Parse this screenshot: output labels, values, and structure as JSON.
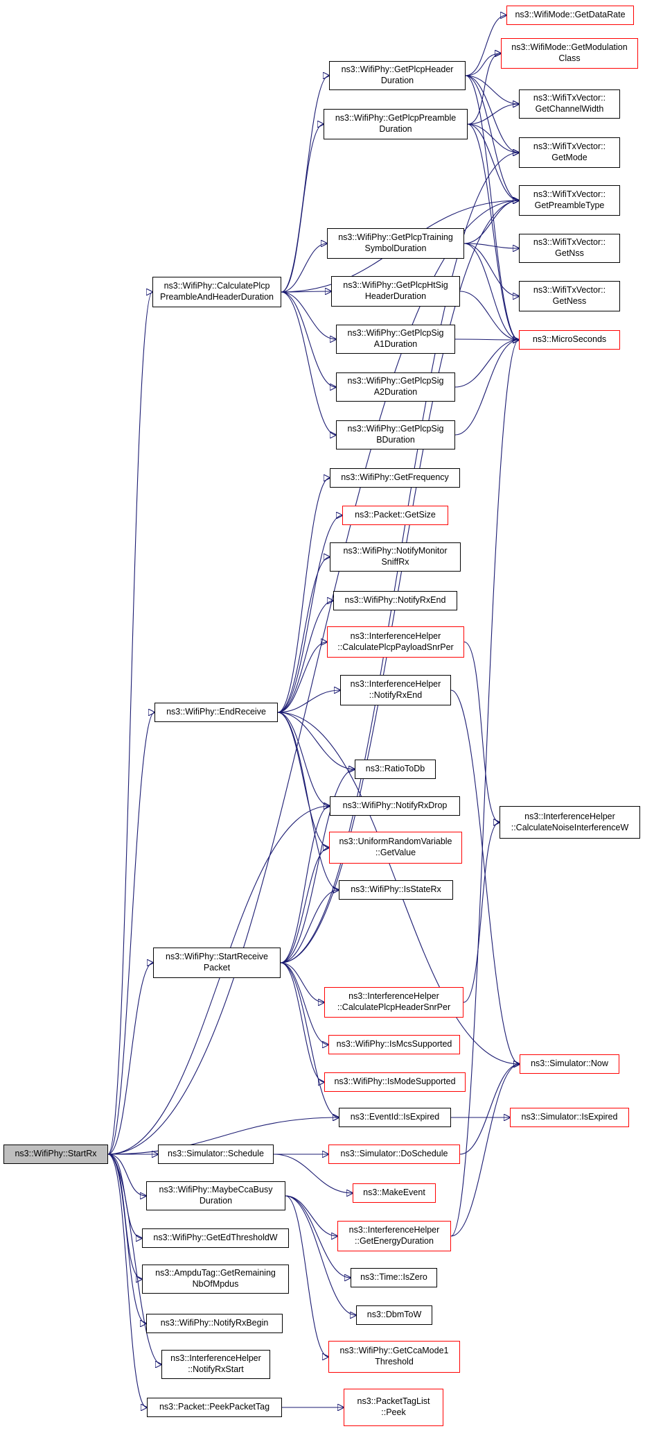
{
  "nodes": {
    "startrx": {
      "label": "ns3::WifiPhy::StartRx",
      "linked": false,
      "root": true
    },
    "schedule": {
      "label": "ns3::Simulator::Schedule",
      "linked": false
    },
    "maybecca": {
      "label": "ns3::WifiPhy::MaybeCcaBusy\nDuration",
      "linked": false
    },
    "getedth": {
      "label": "ns3::WifiPhy::GetEdThresholdW",
      "linked": false
    },
    "ampdu": {
      "label": "ns3::AmpduTag::GetRemaining\nNbOfMpdus",
      "linked": false
    },
    "notifyrxbegin": {
      "label": "ns3::WifiPhy::NotifyRxBegin",
      "linked": false
    },
    "notifyrxstart": {
      "label": "ns3::InterferenceHelper\n::NotifyRxStart",
      "linked": false
    },
    "peekpackettag": {
      "label": "ns3::Packet::PeekPacketTag",
      "linked": false
    },
    "isexpired": {
      "label": "ns3::EventId::IsExpired",
      "linked": false
    },
    "startrecv": {
      "label": "ns3::WifiPhy::StartReceive\nPacket",
      "linked": false
    },
    "endreceive": {
      "label": "ns3::WifiPhy::EndReceive",
      "linked": false
    },
    "calcplcp": {
      "label": "ns3::WifiPhy::CalculatePlcp\nPreambleAndHeaderDuration",
      "linked": false
    },
    "getplcphdr": {
      "label": "ns3::WifiPhy::GetPlcpHeader\nDuration",
      "linked": false
    },
    "getplcppre": {
      "label": "ns3::WifiPhy::GetPlcpPreamble\nDuration",
      "linked": false
    },
    "getplcptrain": {
      "label": "ns3::WifiPhy::GetPlcpTraining\nSymbolDuration",
      "linked": false
    },
    "getplcphtsig": {
      "label": "ns3::WifiPhy::GetPlcpHtSig\nHeaderDuration",
      "linked": false
    },
    "siga1": {
      "label": "ns3::WifiPhy::GetPlcpSig\nA1Duration",
      "linked": false
    },
    "siga2": {
      "label": "ns3::WifiPhy::GetPlcpSig\nA2Duration",
      "linked": false
    },
    "sigb": {
      "label": "ns3::WifiPhy::GetPlcpSig\nBDuration",
      "linked": false
    },
    "getfreq": {
      "label": "ns3::WifiPhy::GetFrequency",
      "linked": false
    },
    "getsize": {
      "label": "ns3::Packet::GetSize",
      "linked": true
    },
    "notifymon": {
      "label": "ns3::WifiPhy::NotifyMonitor\nSniffRx",
      "linked": false
    },
    "notifyrxend": {
      "label": "ns3::WifiPhy::NotifyRxEnd",
      "linked": false
    },
    "calcpayload": {
      "label": "ns3::InterferenceHelper\n::CalculatePlcpPayloadSnrPer",
      "linked": true
    },
    "ihnotifyrxend": {
      "label": "ns3::InterferenceHelper\n::NotifyRxEnd",
      "linked": false
    },
    "ratiotodb": {
      "label": "ns3::RatioToDb",
      "linked": false
    },
    "notifyrxdrop": {
      "label": "ns3::WifiPhy::NotifyRxDrop",
      "linked": false
    },
    "uniform": {
      "label": "ns3::UniformRandomVariable\n::GetValue",
      "linked": true
    },
    "isstaterx": {
      "label": "ns3::WifiPhy::IsStateRx",
      "linked": false
    },
    "calchdr": {
      "label": "ns3::InterferenceHelper\n::CalculatePlcpHeaderSnrPer",
      "linked": true
    },
    "ismcs": {
      "label": "ns3::WifiPhy::IsMcsSupported",
      "linked": true
    },
    "ismode": {
      "label": "ns3::WifiPhy::IsModeSupported",
      "linked": true
    },
    "doschedule": {
      "label": "ns3::Simulator::DoSchedule",
      "linked": true
    },
    "makeevent": {
      "label": "ns3::MakeEvent",
      "linked": true
    },
    "getenergy": {
      "label": "ns3::InterferenceHelper\n::GetEnergyDuration",
      "linked": true
    },
    "iszero": {
      "label": "ns3::Time::IsZero",
      "linked": false
    },
    "dbmtow": {
      "label": "ns3::DbmToW",
      "linked": false
    },
    "ccamode": {
      "label": "ns3::WifiPhy::GetCcaMode1\nThreshold",
      "linked": true
    },
    "peek": {
      "label": "ns3::PacketTagList\n::Peek",
      "linked": true
    },
    "getdatarate": {
      "label": "ns3::WifiMode::GetDataRate",
      "linked": true
    },
    "getmodclass": {
      "label": "ns3::WifiMode::GetModulation\nClass",
      "linked": true
    },
    "getchanwidth": {
      "label": "ns3::WifiTxVector::\nGetChannelWidth",
      "linked": false
    },
    "getmode": {
      "label": "ns3::WifiTxVector::\nGetMode",
      "linked": false
    },
    "getpretype": {
      "label": "ns3::WifiTxVector::\nGetPreambleType",
      "linked": false
    },
    "getnss": {
      "label": "ns3::WifiTxVector::\nGetNss",
      "linked": false
    },
    "getness": {
      "label": "ns3::WifiTxVector::\nGetNess",
      "linked": false
    },
    "microseconds": {
      "label": "ns3::MicroSeconds",
      "linked": true
    },
    "calcnoise": {
      "label": "ns3::InterferenceHelper\n::CalculateNoiseInterferenceW",
      "linked": false
    },
    "simnow": {
      "label": "ns3::Simulator::Now",
      "linked": true
    },
    "simisexpired": {
      "label": "ns3::Simulator::IsExpired",
      "linked": true
    }
  },
  "edges": [
    [
      "startrx",
      "schedule"
    ],
    [
      "startrx",
      "maybecca"
    ],
    [
      "startrx",
      "getedth"
    ],
    [
      "startrx",
      "ampdu"
    ],
    [
      "startrx",
      "notifyrxbegin"
    ],
    [
      "startrx",
      "notifyrxstart"
    ],
    [
      "startrx",
      "peekpackettag"
    ],
    [
      "startrx",
      "isexpired"
    ],
    [
      "startrx",
      "startrecv"
    ],
    [
      "startrx",
      "endreceive"
    ],
    [
      "startrx",
      "calcplcp"
    ],
    [
      "startrx",
      "getpretype"
    ],
    [
      "startrx",
      "notifyrxdrop"
    ],
    [
      "schedule",
      "doschedule"
    ],
    [
      "schedule",
      "makeevent"
    ],
    [
      "maybecca",
      "getenergy"
    ],
    [
      "maybecca",
      "iszero"
    ],
    [
      "maybecca",
      "dbmtow"
    ],
    [
      "maybecca",
      "ccamode"
    ],
    [
      "peekpackettag",
      "peek"
    ],
    [
      "isexpired",
      "simisexpired"
    ],
    [
      "doschedule",
      "simnow"
    ],
    [
      "getenergy",
      "simnow"
    ],
    [
      "getenergy",
      "microseconds"
    ],
    [
      "startrecv",
      "isexpired"
    ],
    [
      "startrecv",
      "calchdr"
    ],
    [
      "startrecv",
      "ismcs"
    ],
    [
      "startrecv",
      "ismode"
    ],
    [
      "startrecv",
      "isstaterx"
    ],
    [
      "startrecv",
      "uniform"
    ],
    [
      "startrecv",
      "notifyrxdrop"
    ],
    [
      "startrecv",
      "ratiotodb"
    ],
    [
      "startrecv",
      "getmode"
    ],
    [
      "startrecv",
      "getpretype"
    ],
    [
      "calchdr",
      "calcnoise"
    ],
    [
      "endreceive",
      "getfreq"
    ],
    [
      "endreceive",
      "getsize"
    ],
    [
      "endreceive",
      "notifymon"
    ],
    [
      "endreceive",
      "notifyrxend"
    ],
    [
      "endreceive",
      "calcpayload"
    ],
    [
      "endreceive",
      "ihnotifyrxend"
    ],
    [
      "endreceive",
      "ratiotodb"
    ],
    [
      "endreceive",
      "notifyrxdrop"
    ],
    [
      "endreceive",
      "uniform"
    ],
    [
      "endreceive",
      "isstaterx"
    ],
    [
      "endreceive",
      "simnow"
    ],
    [
      "calcpayload",
      "calcnoise"
    ],
    [
      "ihnotifyrxend",
      "simnow"
    ],
    [
      "calcplcp",
      "getplcphdr"
    ],
    [
      "calcplcp",
      "getplcppre"
    ],
    [
      "calcplcp",
      "getplcptrain"
    ],
    [
      "calcplcp",
      "getplcphtsig"
    ],
    [
      "calcplcp",
      "siga1"
    ],
    [
      "calcplcp",
      "siga2"
    ],
    [
      "calcplcp",
      "sigb"
    ],
    [
      "calcplcp",
      "getpretype"
    ],
    [
      "getplcphdr",
      "getdatarate"
    ],
    [
      "getplcphdr",
      "getmodclass"
    ],
    [
      "getplcphdr",
      "getchanwidth"
    ],
    [
      "getplcphdr",
      "getmode"
    ],
    [
      "getplcphdr",
      "getpretype"
    ],
    [
      "getplcphdr",
      "microseconds"
    ],
    [
      "getplcppre",
      "getmodclass"
    ],
    [
      "getplcppre",
      "getchanwidth"
    ],
    [
      "getplcppre",
      "getmode"
    ],
    [
      "getplcppre",
      "getpretype"
    ],
    [
      "getplcppre",
      "microseconds"
    ],
    [
      "getplcptrain",
      "getpretype"
    ],
    [
      "getplcptrain",
      "getnss"
    ],
    [
      "getplcptrain",
      "getness"
    ],
    [
      "getplcptrain",
      "microseconds"
    ],
    [
      "getplcphtsig",
      "microseconds"
    ],
    [
      "siga1",
      "microseconds"
    ],
    [
      "siga2",
      "microseconds"
    ],
    [
      "sigb",
      "microseconds"
    ]
  ]
}
